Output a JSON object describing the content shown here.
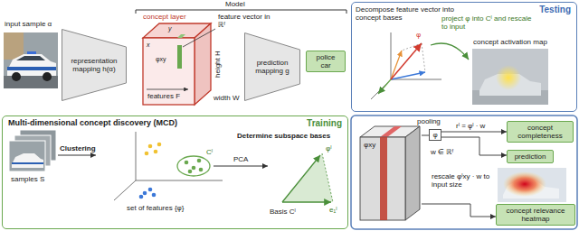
{
  "diagram": {
    "nodes": [
      {
        "text": [
          "representation mapping h(α)"
        ]
      },
      {
        "text": [
          "concept layer"
        ]
      },
      {
        "text": [
          "prediction mapping g"
        ]
      },
      {
        "text": [
          "police car"
        ]
      },
      {
        "text": [
          "Testing"
        ]
      },
      {
        "text": [
          "Multi-dimensional concept discovery (MCD)",
          "Training"
        ]
      },
      {
        "text": [
          "φxy"
        ]
      },
      {
        "text": [
          "φ"
        ]
      },
      {
        "text": [
          "concept completeness"
        ]
      },
      {
        "text": [
          "prediction"
        ]
      },
      {
        "text": [
          "concept relevance heatmap"
        ]
      }
    ],
    "edges": [
      {
        "from": 6,
        "to": 7,
        "arrow": "none",
        "label": "pooling"
      },
      {
        "from": 7,
        "to": 8,
        "arrow": "to",
        "label": "rˡ = φˡ · w"
      },
      {
        "from": 7,
        "to": 9,
        "arrow": "to"
      },
      {
        "from": 6,
        "to": 10,
        "arrow": "to",
        "label": "rescale φˡxy · w to input size"
      }
    ],
    "labels": [
      "Model",
      "input sample α",
      "feature vector in ℝᶠ",
      "height H",
      "width W",
      "features F",
      "x",
      "y",
      "φxy",
      "Decompose feature vector into concept bases",
      "φ",
      "project φ into Cˡ and rescale to input",
      "concept activation map",
      "samples S",
      "Clustering",
      "set of features {φ}",
      "Cˡ",
      "Determine subspace bases",
      "PCA",
      "φˡ",
      "Basis Cˡ",
      "e₁ˡ",
      "w ∈ ℝᶠ"
    ]
  }
}
